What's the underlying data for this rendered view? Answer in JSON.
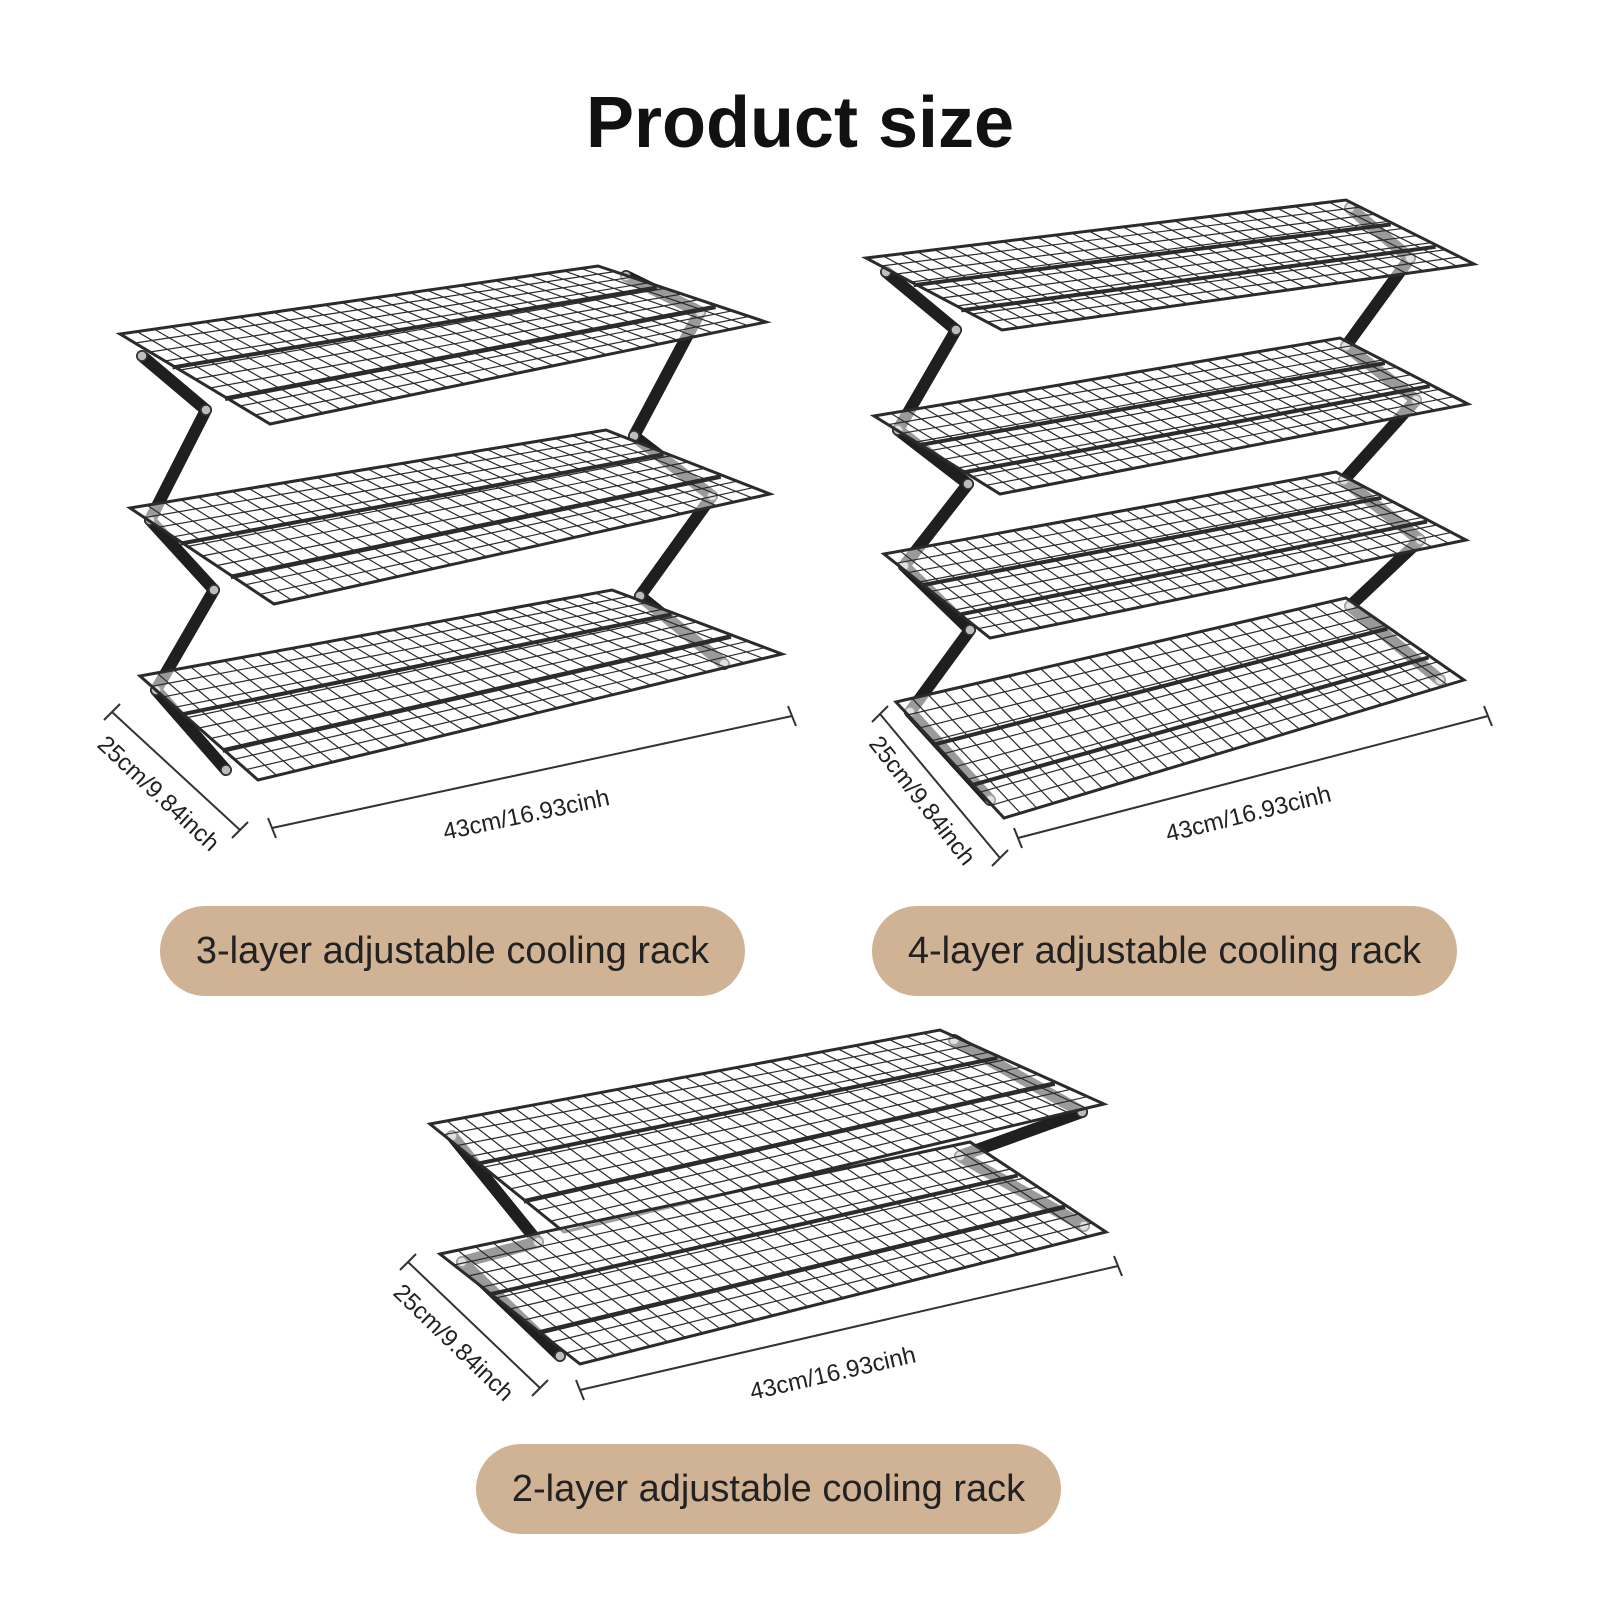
{
  "title": "Product size",
  "racks": [
    {
      "id": "rack-3",
      "label": "3-layer adjustable cooling rack",
      "layers": 3,
      "width_label": "43cm/16.93cinh",
      "depth_label": "25cm/9.84inch"
    },
    {
      "id": "rack-4",
      "label": "4-layer adjustable cooling rack",
      "layers": 4,
      "width_label": "43cm/16.93cinh",
      "depth_label": "25cm/9.84inch"
    },
    {
      "id": "rack-2",
      "label": "2-layer adjustable cooling rack",
      "layers": 2,
      "width_label": "43cm/16.93cinh",
      "depth_label": "25cm/9.84inch"
    }
  ],
  "colors": {
    "pill_background": "#d0b295",
    "rack_frame": "#2b2b2b",
    "text": "#222222"
  }
}
